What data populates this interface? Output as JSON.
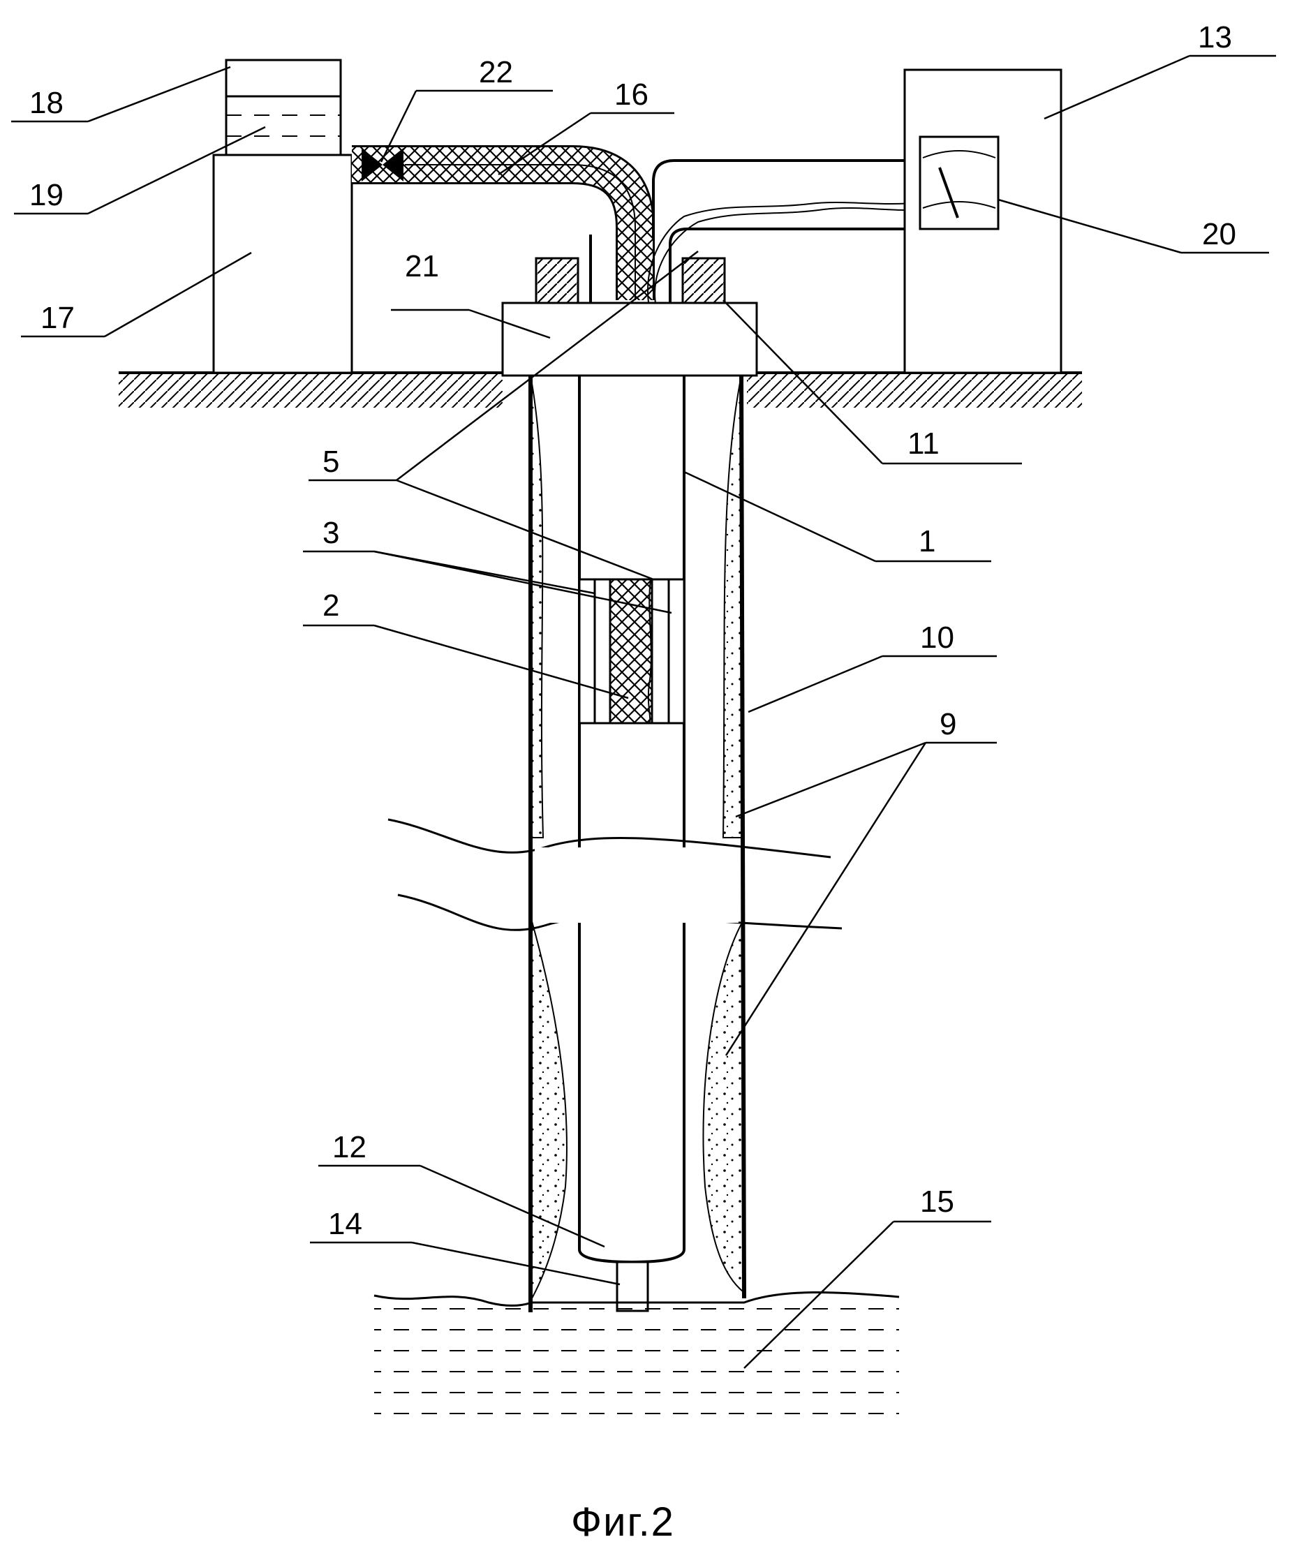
{
  "labels": {
    "l1": "1",
    "l2": "2",
    "l3": "3",
    "l5": "5",
    "l9": "9",
    "l10": "10",
    "l11": "11",
    "l12": "12",
    "l13": "13",
    "l14": "14",
    "l15": "15",
    "l16": "16",
    "l17": "17",
    "l18": "18",
    "l19": "19",
    "l20": "20",
    "l21": "21",
    "l22": "22"
  },
  "caption": "Фиг.2"
}
